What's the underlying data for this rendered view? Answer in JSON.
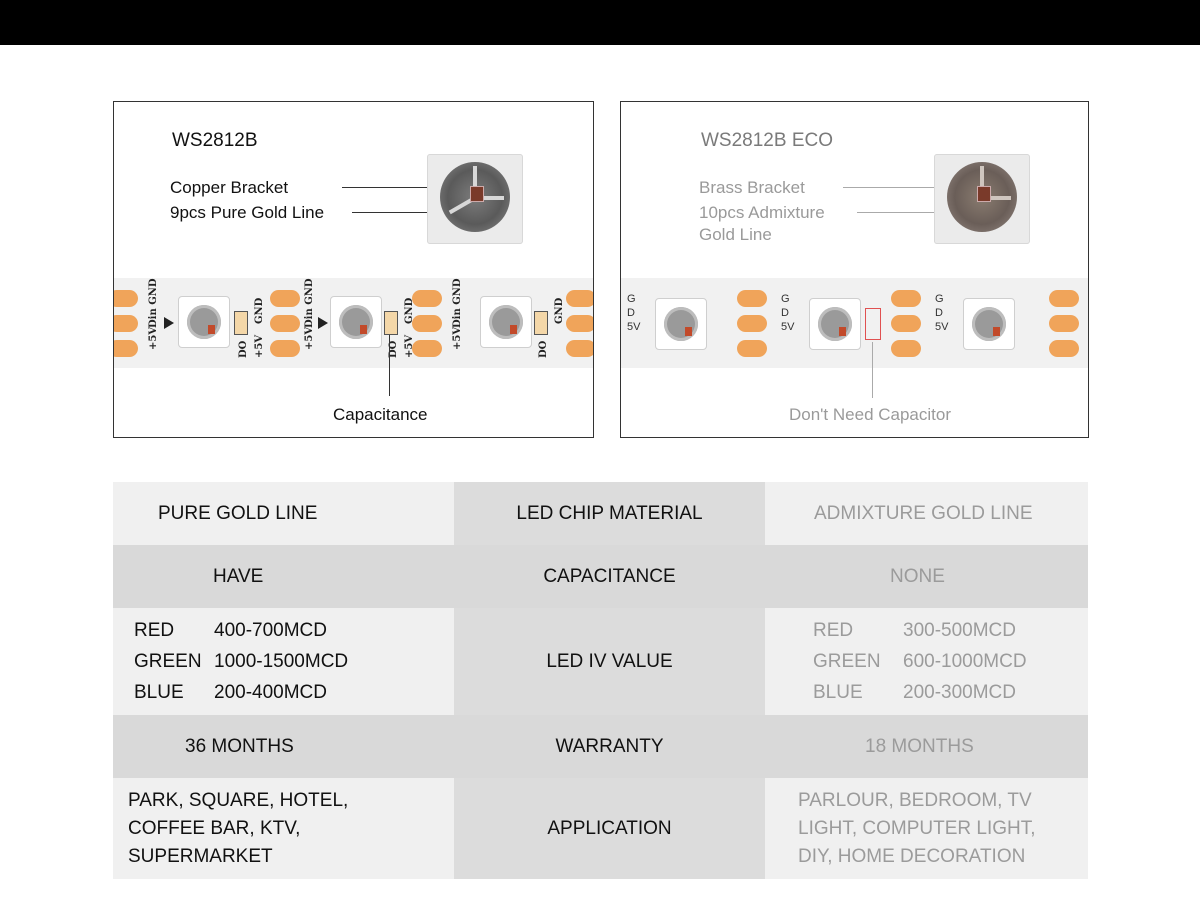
{
  "left_panel": {
    "title": "WS2812B",
    "labels": [
      "Copper Bracket",
      "9pcs Pure Gold Line"
    ],
    "callout": "Capacitance",
    "strip_text": {
      "din_gnd": "Din GND",
      "v5": "+5V",
      "gnd": "GND",
      "do": "DO",
      "plus5v": "+5V"
    }
  },
  "right_panel": {
    "title": "WS2812B ECO",
    "labels": [
      "Brass Bracket",
      "10pcs Admixture",
      "Gold Line"
    ],
    "callout": "Don't Need Capacitor",
    "pin_labels": [
      "G",
      "D",
      "5V"
    ]
  },
  "table": {
    "rows": [
      {
        "left": "PURE GOLD LINE",
        "center": "LED CHIP MATERIAL",
        "right": "ADMIXTURE GOLD LINE"
      },
      {
        "left": "HAVE",
        "center": "CAPACITANCE",
        "right": "NONE"
      },
      {
        "left_specs": [
          [
            "RED",
            "400-700MCD"
          ],
          [
            "GREEN",
            "1000-1500MCD"
          ],
          [
            "BLUE",
            "200-400MCD"
          ]
        ],
        "center": "LED IV VALUE",
        "right_specs": [
          [
            "RED",
            "300-500MCD"
          ],
          [
            "GREEN",
            "600-1000MCD"
          ],
          [
            "BLUE",
            "200-300MCD"
          ]
        ]
      },
      {
        "left": "36 MONTHS",
        "center": "WARRANTY",
        "right": "18 MONTHS"
      },
      {
        "left_lines": [
          "PARK, SQUARE, HOTEL,",
          "COFFEE BAR, KTV,",
          "SUPERMARKET"
        ],
        "center": "APPLICATION",
        "right_lines": [
          "PARLOUR, BEDROOM, TV",
          "LIGHT, COMPUTER LIGHT,",
          "DIY, HOME DECORATION"
        ]
      }
    ]
  },
  "colors": {
    "pad_orange": "#f0a45a",
    "topbar": "#000000",
    "muted_text": "#9b9b9b"
  }
}
